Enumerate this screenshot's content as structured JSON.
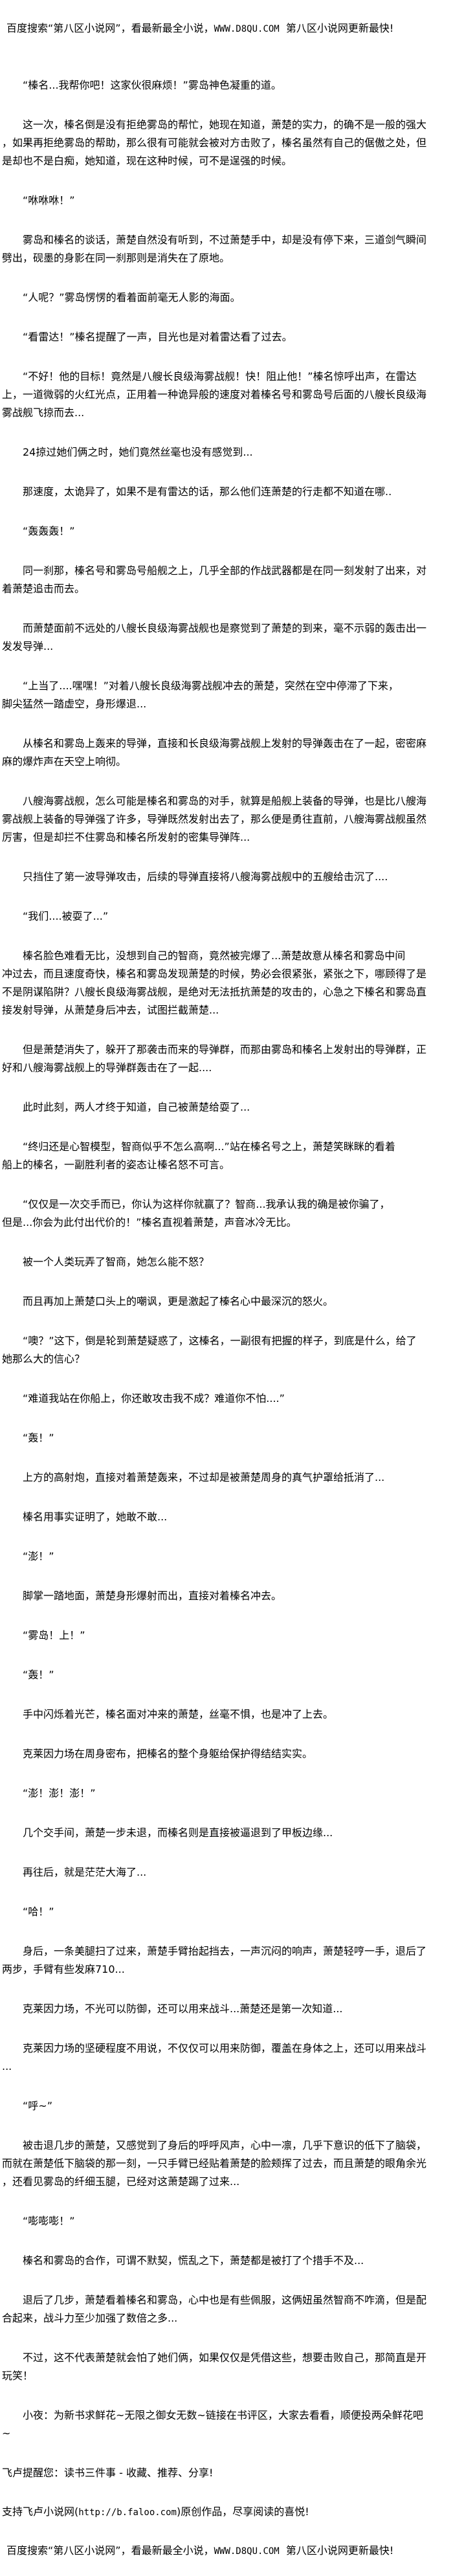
{
  "header_ad": {
    "prefix": "百度搜索“第八区小说网”，看最新最全小说，",
    "url": "WWW.D8QU.COM",
    "suffix": "  第八区小说网更新最快!"
  },
  "paragraphs": [
    [
      "“榛名...我帮你吧！这家伙很麻烦！”雾岛神色凝重的道。"
    ],
    [
      "这一次，榛名倒是没有拒绝雾岛的帮忙，她现在知道，萧楚的实力，的确不是一般的强大",
      "，如果再拒绝雾岛的帮助，那么很有可能就会被对方击败了，榛名虽然有自己的倨傲之处，但",
      "是却也不是白痴，她知道，现在这种时候，可不是逞强的时候。"
    ],
    [
      "“咻咻咻！”"
    ],
    [
      "雾岛和榛名的谈话，萧楚自然没有听到，不过萧楚手中，却是没有停下来，三道剑气瞬间",
      "劈出，砚墨的身影在同一刹那则是消失在了原地。"
    ],
    [
      "“人呢？”雾岛愣愣的看着面前毫无人影的海面。"
    ],
    [
      "“看雷达！”榛名提醒了一声，目光也是对着雷达看了过去。"
    ],
    [
      "“不好！他的目标！竟然是八艘长良级海雾战舰！快！阻止他！”榛名惊呼出声，在雷达",
      "上，一道微弱的火红光点，正用着一种诡异般的速度对着榛名号和雾岛号后面的八艘长良级海",
      "雾战舰飞掠而去..."
    ],
    [
      "24掠过她们俩之时，她们竟然丝毫也没有感觉到..."
    ],
    [
      "那速度，太诡异了，如果不是有雷达的话，那么他们连萧楚的行走都不知道在哪.."
    ],
    [
      "“轰轰轰！”"
    ],
    [
      "同一刹那，榛名号和雾岛号船舰之上，几乎全部的作战武器都是在同一刻发射了出来，对",
      "着萧楚追击而去。"
    ],
    [
      "而萧楚面前不远处的八艘长良级海雾战舰也是察觉到了萧楚的到来，毫不示弱的轰击出一",
      "发发导弹..."
    ],
    [
      "“上当了....嘿嘿！”对着八艘长良级海雾战舰冲去的萧楚，突然在空中停滞了下来，",
      "脚尖猛然一踏虚空，身形爆退..."
    ],
    [
      "从榛名和雾岛上轰来的导弹，直接和长良级海雾战舰上发射的导弹轰击在了一起，密密麻",
      "麻的爆炸声在天空上响彻。"
    ],
    [
      "八艘海雾战舰，怎么可能是榛名和雾岛的对手，就算是船舰上装备的导弹，也是比八艘海",
      "雾战舰上装备的导弹强了许多，导弹既然发射出去了，那么便是勇往直前，八艘海雾战舰虽然",
      "厉害，但是却拦不住雾岛和榛名所发射的密集导弹阵..."
    ],
    [
      "只挡住了第一波导弹攻击，后续的导弹直接将八艘海雾战舰中的五艘给击沉了...."
    ],
    [
      "“我们....被耍了...”"
    ],
    [
      "榛名脸色难看无比，没想到自己的智商，竟然被完爆了...萧楚故意从榛名和雾岛中间",
      "冲过去，而且速度奇快，榛名和雾岛发现萧楚的时候，势必会很紧张，紧张之下，哪顾得了是",
      "不是阴谋陷阱？八艘长良级海雾战舰，是绝对无法抵抗萧楚的攻击的，心急之下榛名和雾岛直",
      "接发射导弹，从萧楚身后冲去，试图拦截萧楚..."
    ],
    [
      "但是萧楚消失了，躲开了那袭击而来的导弹群，而那由雾岛和榛名上发射出的导弹群，正",
      "好和八艘海雾战舰上的导弹群轰击在了一起...."
    ],
    [
      "此时此刻，两人才终于知道，自己被萧楚给耍了..."
    ],
    [
      "“终归还是心智模型，智商似乎不怎么高啊...”站在榛名号之上，萧楚笑眯眯的看着",
      "船上的榛名，一副胜利者的姿态让榛名怒不可言。"
    ],
    [
      "“仅仅是一次交手而已，你认为这样你就赢了？智商...我承认我的确是被你骗了，",
      "但是...你会为此付出代价的！”榛名直视着萧楚，声音冰冷无比。"
    ],
    [
      "被一个人类玩弄了智商，她怎么能不怒？"
    ],
    [
      "而且再加上萧楚口头上的嘲讽，更是激起了榛名心中最深沉的怒火。"
    ],
    [
      "“噢？”这下，倒是轮到萧楚疑惑了，这榛名，一副很有把握的样子，到底是什么，给了",
      "她那么大的信心？"
    ],
    [
      "“难道我站在你船上，你还敢攻击我不成？难道你不怕....”"
    ],
    [
      "“轰！”"
    ],
    [
      "上方的高射炮，直接对着萧楚轰来，不过却是被萧楚周身的真气护罩给抵消了..."
    ],
    [
      "榛名用事实证明了，她敢不敢..."
    ],
    [
      "“澎！”"
    ],
    [
      "脚掌一踏地面，萧楚身形爆射而出，直接对着榛名冲去。"
    ],
    [
      "“雾岛！上！”"
    ],
    [
      "“轰！”"
    ],
    [
      "手中闪烁着光芒，榛名面对冲来的萧楚，丝毫不惧，也是冲了上去。"
    ],
    [
      "克莱因力场在周身密布，把榛名的整个身躯给保护得结结实实。"
    ],
    [
      "“澎！澎！澎！”"
    ],
    [
      "几个交手间，萧楚一步未退，而榛名则是直接被逼退到了甲板边缘..."
    ],
    [
      "再往后，就是茫茫大海了..."
    ],
    [
      "“哈！”"
    ],
    [
      "身后，一条美腿扫了过来，萧楚手臂抬起挡去，一声沉闷的响声，萧楚轻哼一手，退后了",
      "两步，手臂有些发麻710..."
    ],
    [
      "克莱因力场，不光可以防御，还可以用来战斗...萧楚还是第一次知道..."
    ],
    [
      "克莱因力场的坚硬程度不用说，不仅仅可以用来防御，覆盖在身体之上，还可以用来战斗",
      "..."
    ],
    [
      "“呼~”"
    ],
    [
      "被击退几步的萧楚，又感觉到了身后的呼呼风声，心中一凛，几乎下意识的低下了脑袋，",
      "而就在萧楚低下脑袋的那一刻，一只手臂已经贴着萧楚的脸颊挥了过去，而且萧楚的眼角余光",
      "，还看见雾岛的纤细玉腿，已经对这萧楚踢了过来..."
    ],
    [
      "“嘭嘭嘭！”"
    ],
    [
      "榛名和雾岛的合作，可谓不默契，慌乱之下，萧楚都是被打了个措手不及..."
    ],
    [
      "退后了几步，萧楚看着榛名和雾岛，心中也是有些佩服，这俩妞虽然智商不咋滴，但是配",
      "合起来，战斗力至少加强了数倍之多..."
    ],
    [
      "不过，这不代表萧楚就会怕了她们俩，如果仅仅是凭借这些，想要击败自己，那简直是开",
      "玩笑！"
    ],
    [
      "小夜：为新书求鲜花~无限之御女无数~链接在书评区，大家去看看，顺便投两朵鲜花吧",
      "~"
    ]
  ],
  "footer": {
    "reminder": "飞卢提醒您：读书三件事 - 收藏、推荐、分享!",
    "support_prefix": "支持飞卢小说网(",
    "support_url": "http://b.faloo.com",
    "support_suffix": ")原创作品，尽享阅读的喜悦!"
  },
  "footer_ad": {
    "prefix": "百度搜索“第八区小说网”，看最新最全小说，",
    "url": "WWW.D8QU.COM",
    "suffix": "  第八区小说网更新最快!"
  }
}
